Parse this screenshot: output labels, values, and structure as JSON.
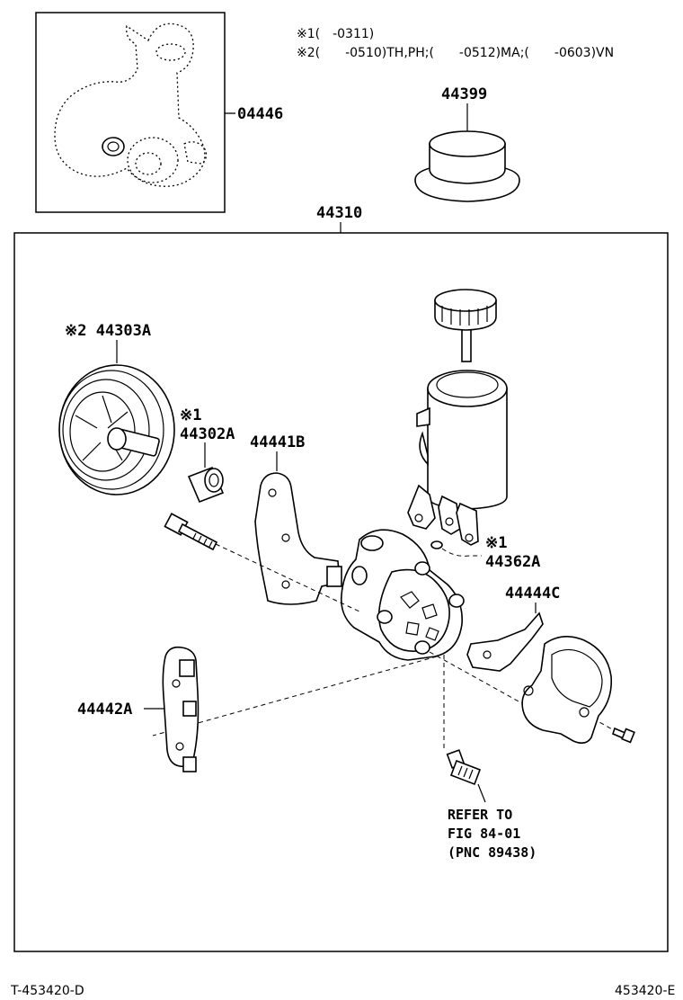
{
  "notes": {
    "note1": "※1(　-0311)",
    "note2": "※2(　　-0510)TH,PH;(　　-0512)MA;(　　-0603)VN"
  },
  "labels": {
    "kit": "04446",
    "cap_part": "44399",
    "assembly": "44310",
    "pulley": "※2 44303A",
    "bearing_mark": "※1",
    "bearing": "44302A",
    "bracket_top": "44441B",
    "oring_mark": "※1",
    "oring": "44362A",
    "bracket_right": "44444C",
    "bracket_left": "44442A"
  },
  "reference": {
    "line1": "REFER TO",
    "line2": "FIG 84-01",
    "line3": "(PNC 89438)"
  },
  "footer": {
    "left": "T-453420-D",
    "right": "453420-E"
  }
}
